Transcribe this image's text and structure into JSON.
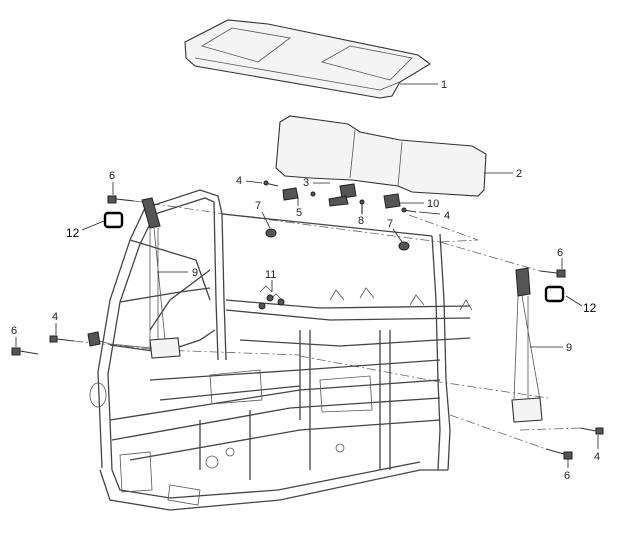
{
  "callouts": {
    "c1": "1",
    "c2": "2",
    "c3": "3",
    "c4a": "4",
    "c4b": "4",
    "c4c": "4",
    "c4d": "4",
    "c5": "5",
    "c6a": "6",
    "c6b": "6",
    "c6c": "6",
    "c6d": "6",
    "c7a": "7",
    "c7b": "7",
    "c8": "8",
    "c9a": "9",
    "c9b": "9",
    "c10": "10",
    "c11": "11",
    "c12a": "12",
    "c12b": "12"
  },
  "colors": {
    "line": "#333333",
    "background": "#ffffff"
  }
}
